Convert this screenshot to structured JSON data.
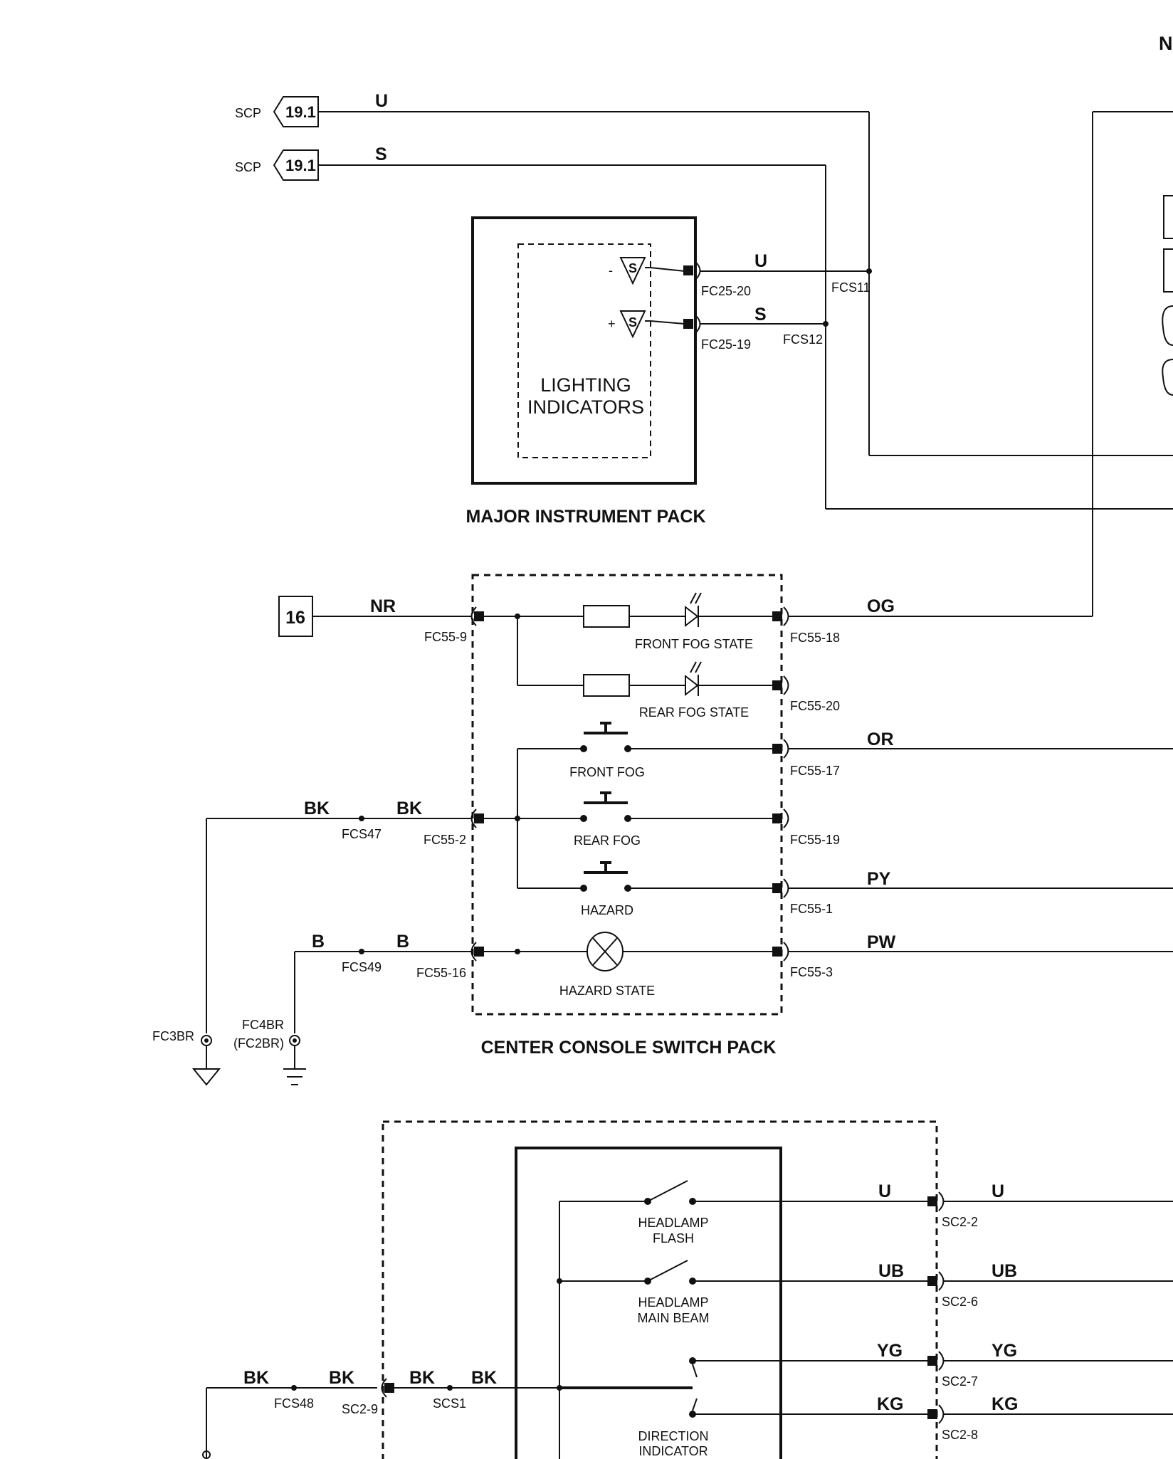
{
  "corner_label": "N",
  "scp": {
    "label_top": "SCP",
    "ref_top": "19.1",
    "wire_top": "U",
    "label_bottom": "SCP",
    "ref_bottom": "19.1",
    "wire_bottom": "S"
  },
  "major_pack": {
    "title": "MAJOR INSTRUMENT PACK",
    "inner_line1": "LIGHTING",
    "inner_line2": "INDICATORS",
    "sym_top": "S",
    "sym_top_sign": "-",
    "sym_bottom": "S",
    "sym_bottom_sign": "+",
    "pin_top": "FC25-20",
    "pin_bottom": "FC25-19",
    "wire_u": "U",
    "wire_s": "S",
    "splice_u": "FCS11",
    "splice_s": "FCS12"
  },
  "console": {
    "title": "CENTER CONSOLE SWITCH PACK",
    "ref_box": "16",
    "wire_in": "NR",
    "pin_in": "FC55-9",
    "front_fog_state": "FRONT FOG STATE",
    "rear_fog_state": "REAR FOG STATE",
    "front_fog": "FRONT FOG",
    "rear_fog": "REAR FOG",
    "hazard": "HAZARD",
    "hazard_state": "HAZARD STATE",
    "pin_18": "FC55-18",
    "wire_og": "OG",
    "pin_20": "FC55-20",
    "pin_17": "FC55-17",
    "wire_or": "OR",
    "pin_19": "FC55-19",
    "pin_1": "FC55-1",
    "wire_py": "PY",
    "pin_3": "FC55-3",
    "wire_pw": "PW",
    "wire_bk1": "BK",
    "wire_bk2": "BK",
    "splice_47": "FCS47",
    "pin_2": "FC55-2",
    "wire_b1": "B",
    "wire_b2": "B",
    "splice_49": "FCS49",
    "pin_16": "FC55-16",
    "ground_1": "FC3BR",
    "ground_2a": "FC4BR",
    "ground_2b": "(FC2BR)"
  },
  "column": {
    "headlamp_flash_1": "HEADLAMP",
    "headlamp_flash_2": "FLASH",
    "main_beam_1": "HEADLAMP",
    "main_beam_2": "MAIN BEAM",
    "direction_1": "DIRECTION",
    "direction_2": "INDICATOR",
    "wire_u_in": "U",
    "wire_u_out": "U",
    "pin_sc2_2": "SC2-2",
    "wire_ub_in": "UB",
    "wire_ub_out": "UB",
    "pin_sc2_6": "SC2-6",
    "wire_yg_in": "YG",
    "wire_yg_out": "YG",
    "pin_sc2_7": "SC2-7",
    "wire_kg_in": "KG",
    "wire_kg_out": "KG",
    "pin_sc2_8": "SC2-8",
    "wire_bk_a": "BK",
    "wire_bk_b": "BK",
    "wire_bk_c": "BK",
    "wire_bk_d": "BK",
    "splice_48": "FCS48",
    "pin_sc2_9": "SC2-9",
    "splice_scs1": "SCS1"
  }
}
